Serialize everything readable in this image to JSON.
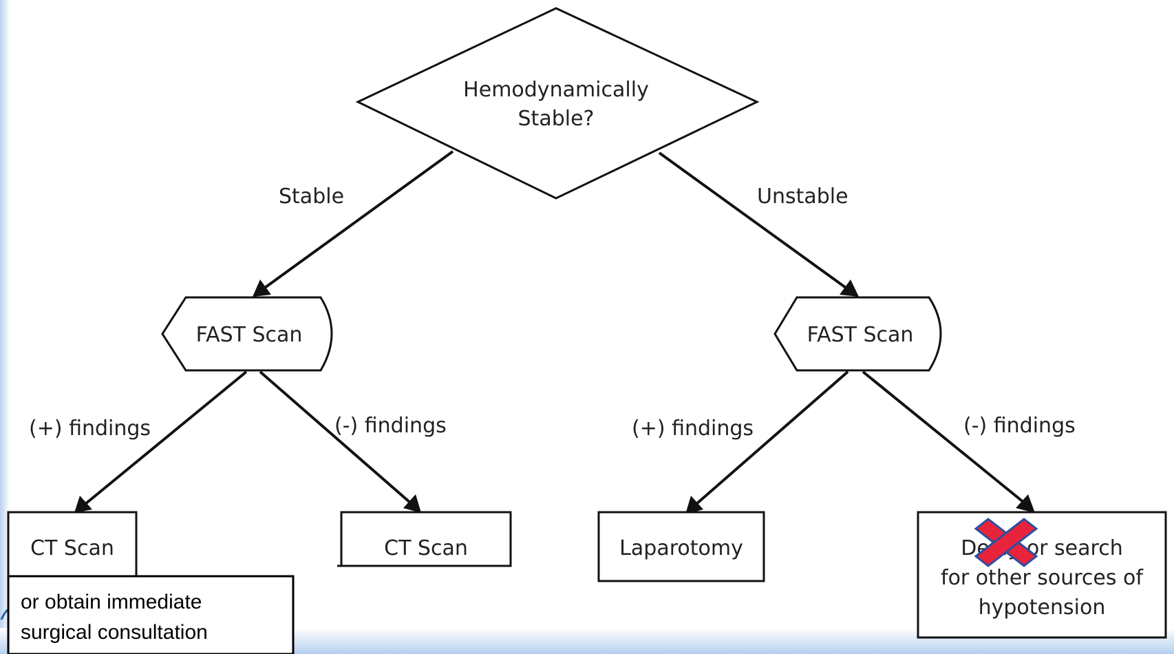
{
  "decision": {
    "line1": "Hemodynamically",
    "line2": "Stable?"
  },
  "branches": {
    "stable": "Stable",
    "unstable": "Unstable"
  },
  "left_scan": {
    "label": "FAST Scan",
    "pos_findings": "(+) findings",
    "neg_findings": "(-) findings"
  },
  "right_scan": {
    "label": "FAST Scan",
    "pos_findings": "(+) findings",
    "neg_findings": "(-) findings"
  },
  "outcomes": {
    "left_pos": "CT Scan",
    "left_neg": "CT Scan",
    "right_pos": "Laparotomy",
    "right_neg": {
      "line1": "Delay or search",
      "line2": "for other sources of",
      "line3": "hypotension"
    }
  },
  "note": {
    "line1": "or obtain immediate",
    "line2": "surgical consultation"
  },
  "colors": {
    "background_gradient_light": "#ffffff",
    "background_gradient_blue": "#b5d0ee",
    "cross": "#e8233c",
    "cross_outline": "#2b4fa0"
  },
  "icons": {
    "strike": "red-x-cross-icon"
  }
}
